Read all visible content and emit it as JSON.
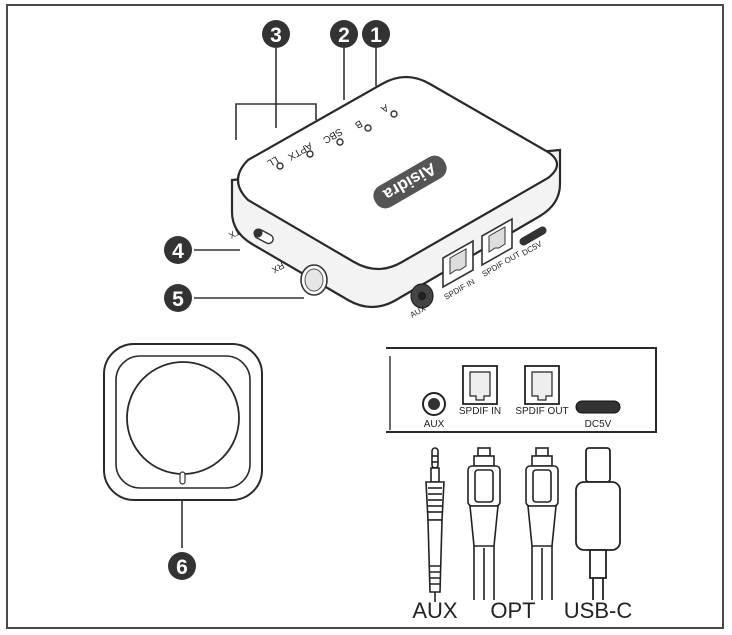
{
  "device": {
    "brand": "Aisidra",
    "leds": {
      "a": "A",
      "b": "B",
      "sbc": "SBC",
      "aptx": "APTX",
      "ll": "LL"
    },
    "switch": {
      "tx": "TX",
      "rx": "RX"
    },
    "ports": {
      "aux": "AUX",
      "spdif_in": "SPDIF IN",
      "spdif_out": "SPDIF OUT",
      "dc5v": "DC5V"
    }
  },
  "callouts": [
    "1",
    "2",
    "3",
    "4",
    "5",
    "6"
  ],
  "panel": {
    "aux": "AUX",
    "spdif_in": "SPDIF IN",
    "spdif_out": "SPDIF OUT",
    "dc5v": "DC5V"
  },
  "cables": {
    "aux": "AUX",
    "opt": "OPT",
    "usbc": "USB-C"
  }
}
